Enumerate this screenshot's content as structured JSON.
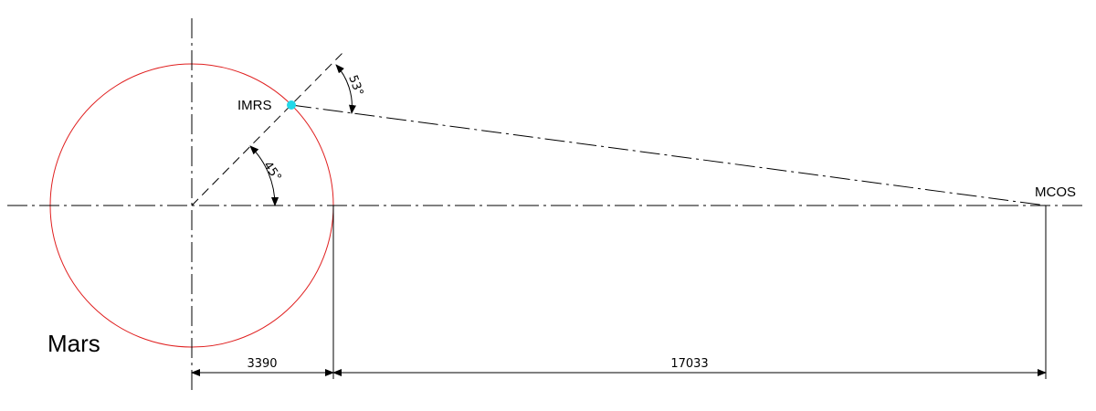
{
  "planet": {
    "label": "Mars",
    "outline_color": "#e02020"
  },
  "points": {
    "imrs": {
      "label": "IMRS",
      "marker_color": "#22d8e8"
    },
    "mcos": {
      "label": "MCOS"
    }
  },
  "angles": {
    "imrs_elevation": "45°",
    "line_of_sight": "53°"
  },
  "dimensions": {
    "radius": "3390",
    "distance": "17033"
  }
}
